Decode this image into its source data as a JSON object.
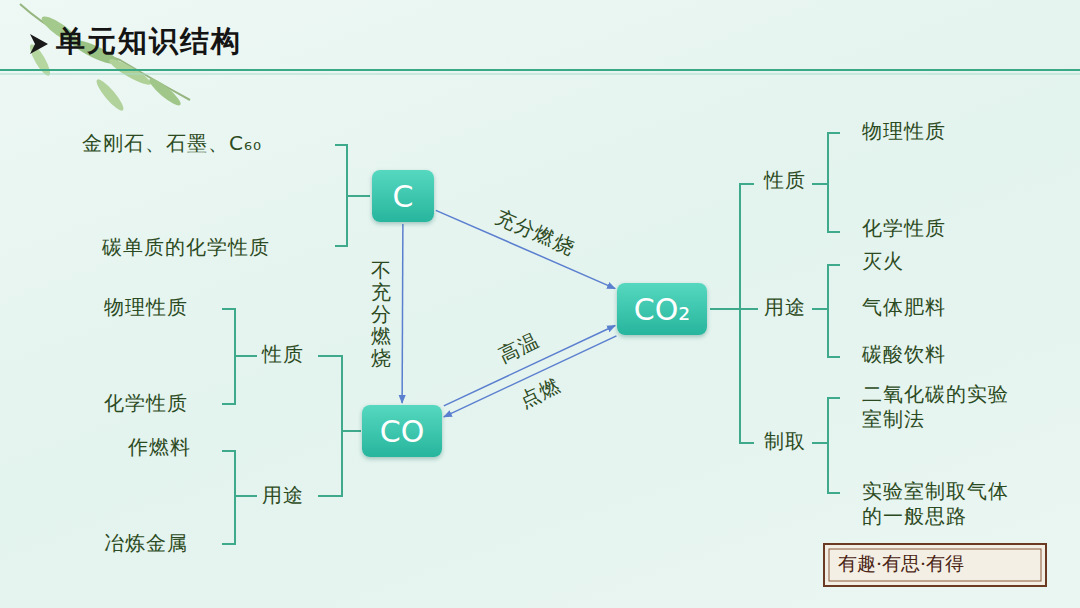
{
  "diagram": {
    "title": "单元知识结构",
    "nodes": [
      {
        "text": [
          "C"
        ]
      },
      {
        "text": [
          "CO₂"
        ]
      },
      {
        "text": [
          "CO"
        ]
      }
    ],
    "edges": [
      {
        "from": 0,
        "to": 1,
        "arrow": "to",
        "label": "充分燃烧"
      },
      {
        "from": 0,
        "to": 2,
        "arrow": "to",
        "label": "不充分燃烧"
      },
      {
        "from": 2,
        "to": 1,
        "arrow": "to",
        "label": "高温"
      },
      {
        "from": 1,
        "to": 2,
        "arrow": "to",
        "label": "点燃"
      }
    ],
    "labels": [
      "金刚石、石墨、C₆₀",
      "碳单质的化学性质",
      "物理性质",
      "性质",
      "化学性质",
      "作燃料",
      "用途",
      "冶炼金属",
      "性质",
      "物理性质",
      "化学性质",
      "灭火",
      "用途",
      "气体肥料",
      "碳酸饮料",
      "二氧化碳的实验室制法",
      "制取",
      "实验室制取气体的一般思路",
      "有趣·有思·有得"
    ]
  }
}
